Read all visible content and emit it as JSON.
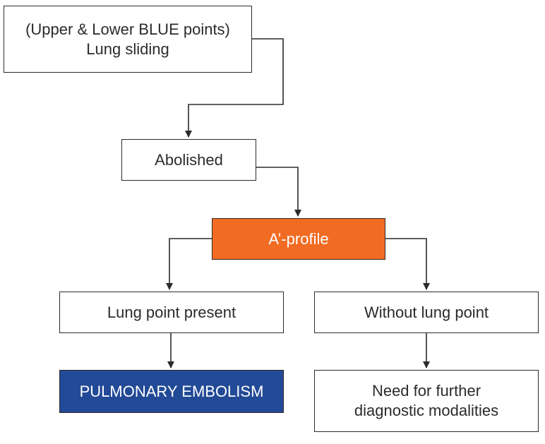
{
  "colors": {
    "line": "#2b2b2b",
    "text": "#2b2b2b",
    "orange_fill": "#f26b22",
    "blue_fill": "#224a96",
    "highlight_text": "#ffffff"
  },
  "nodes": {
    "start": {
      "line1": "(Upper & Lower BLUE points)",
      "line2": "Lung sliding"
    },
    "abolished": {
      "label": "Abolished"
    },
    "a_profile": {
      "label": "A’-profile"
    },
    "lung_point": {
      "label": "Lung point present"
    },
    "no_lung_point": {
      "label": "Without lung point"
    },
    "pe": {
      "label": "PULMONARY EMBOLISM"
    },
    "further": {
      "line1": "Need for further",
      "line2": "diagnostic modalities"
    }
  }
}
